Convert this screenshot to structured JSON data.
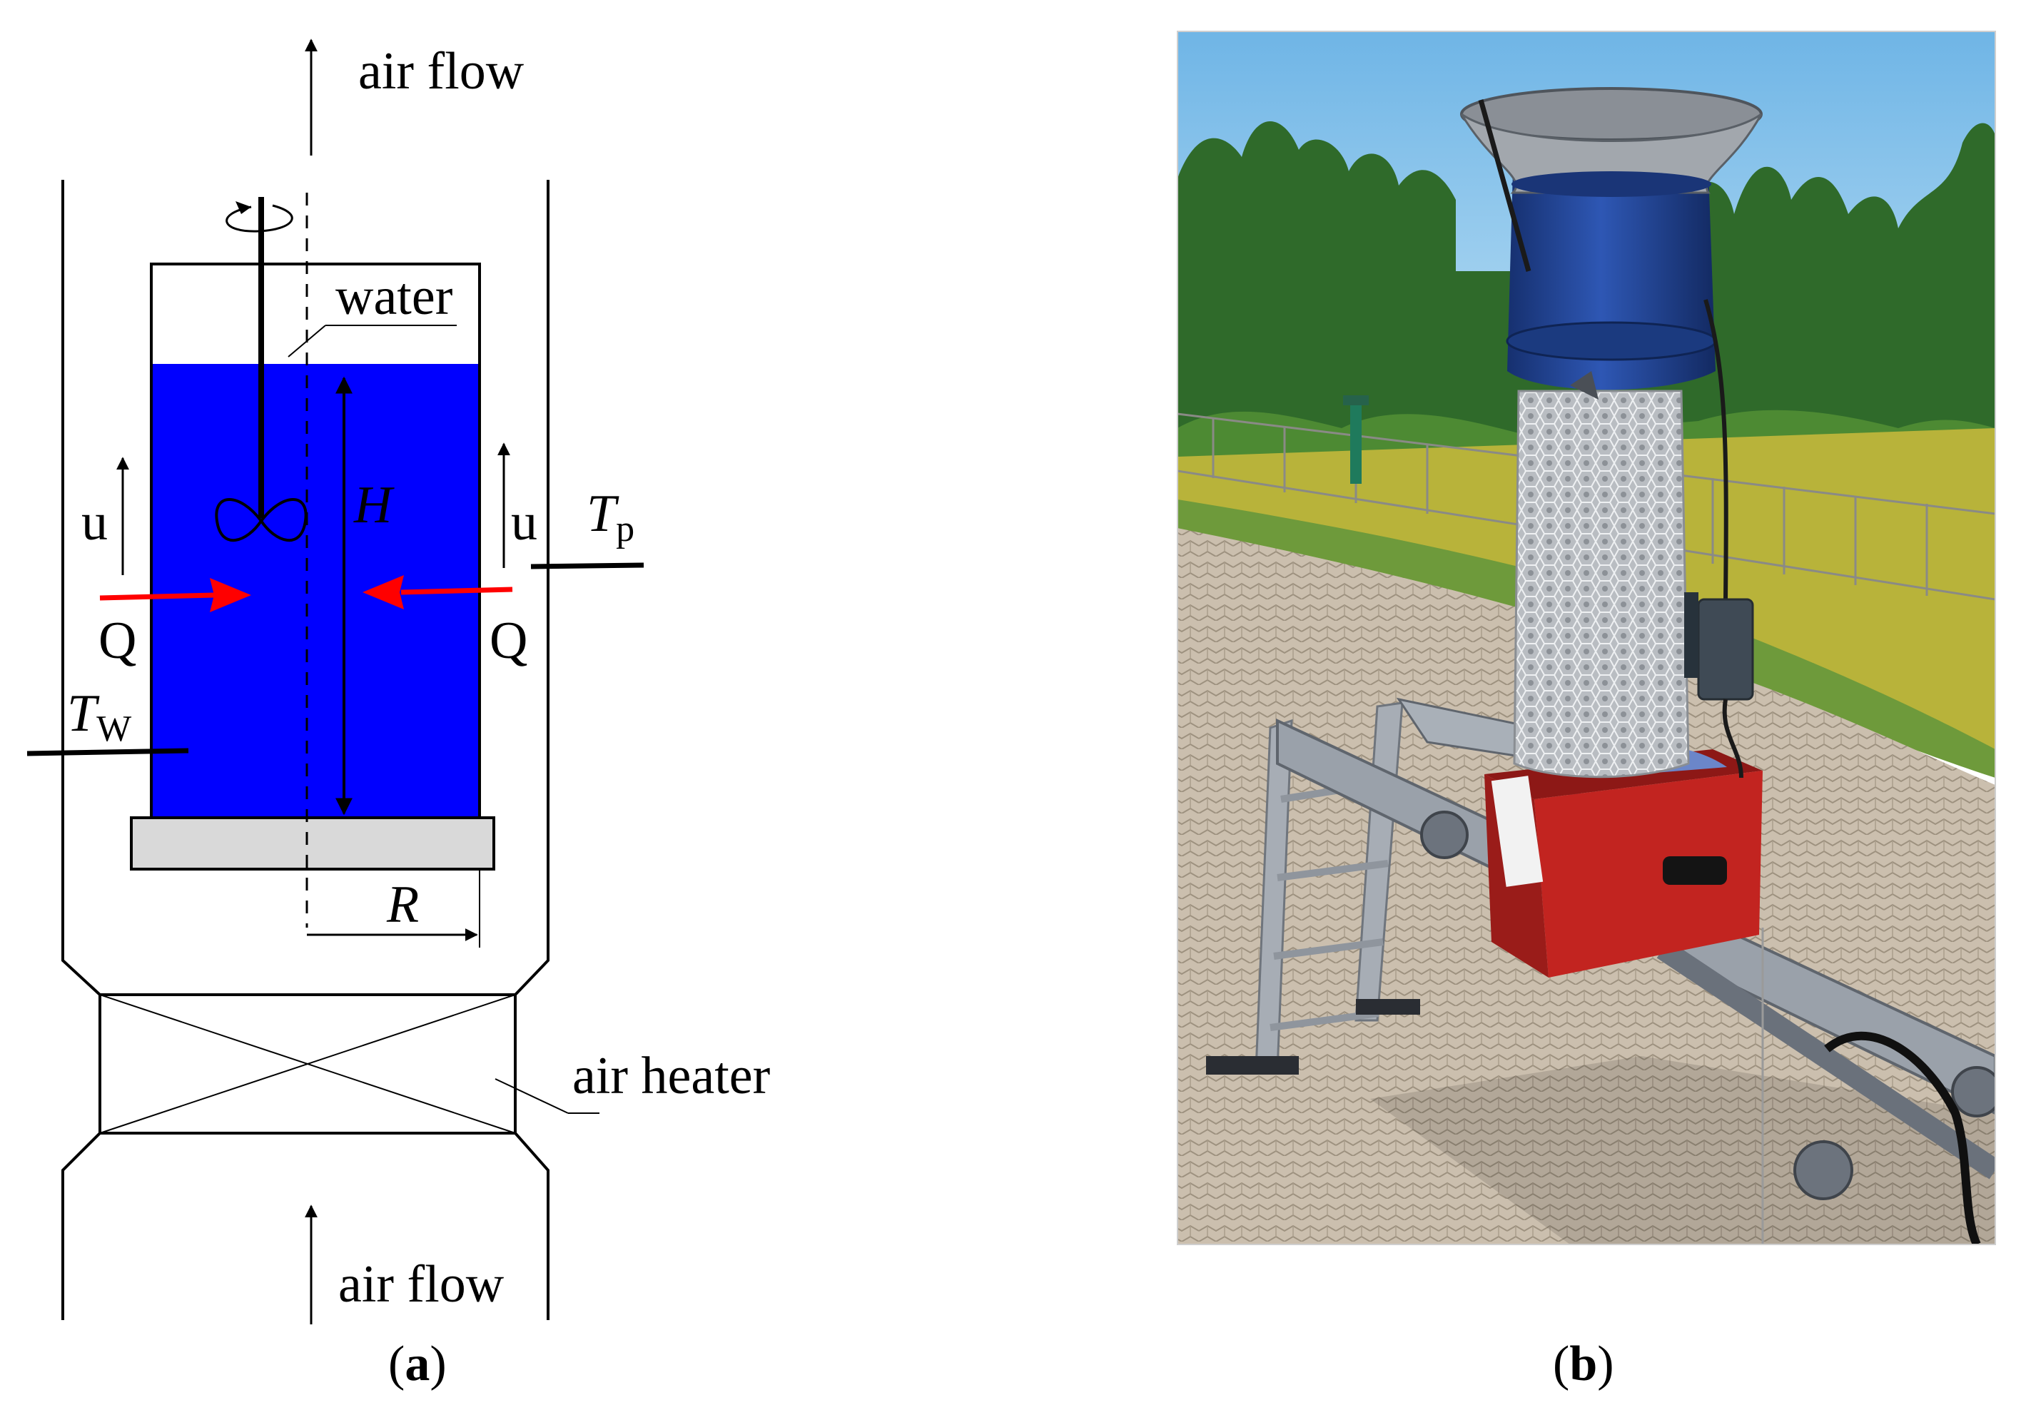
{
  "panel_a": {
    "top_label": "air flow",
    "bottom_label": "air flow",
    "water_label": "water",
    "heater_label": "air heater",
    "height_symbol": "H",
    "radius_symbol": "R",
    "velocity_left": "u",
    "velocity_right": "u",
    "heat_left": "Q",
    "heat_right": "Q",
    "temp_water_symbol": "T",
    "temp_water_sub": "W",
    "temp_pipe_symbol": "T",
    "temp_pipe_sub": "p",
    "caption_open": "(",
    "caption_letter": "a",
    "caption_close": ")"
  },
  "panel_b": {
    "caption_open": "(",
    "caption_letter": "b",
    "caption_close": ")"
  },
  "colors": {
    "water": "#0000ff",
    "heat_arrow": "#ff0000",
    "base_plate": "#d9d9d9",
    "photo_sky": "#8fc8ec",
    "photo_pavement": "#c9bba8",
    "photo_tank": "#1e3f8e",
    "photo_box": "#c22420"
  }
}
